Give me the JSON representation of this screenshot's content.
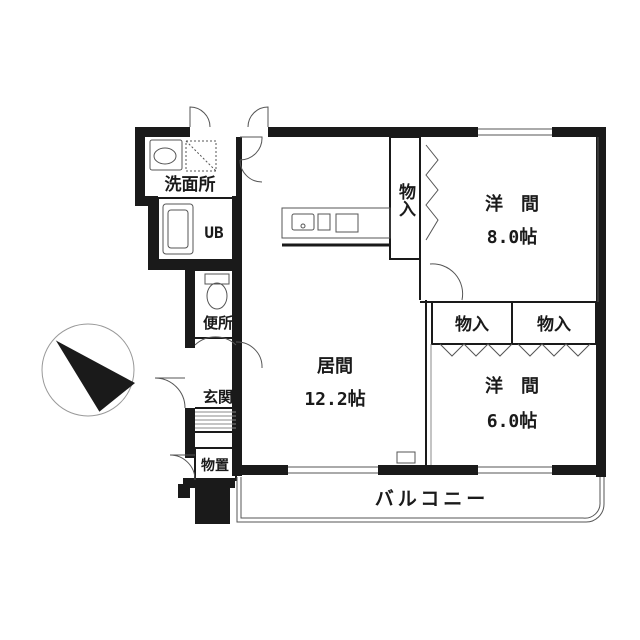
{
  "rooms": {
    "washroom": "洗面所",
    "unit_bath": "UB",
    "toilet": "便所",
    "entrance": "玄関",
    "storage": "物置",
    "closet_a": "物入",
    "closet_b": "物入",
    "closet_c": "物入",
    "western_room_1": {
      "name": "洋　間",
      "size": "8.0帖"
    },
    "western_room_2": {
      "name": "洋　間",
      "size": "6.0帖"
    },
    "living_room": {
      "name": "居間",
      "size": "12.2帖"
    },
    "balcony": "バルコニー"
  },
  "colors": {
    "wall": "#1a1a1a",
    "line": "#555555",
    "thin": "#888888"
  },
  "icons": [
    "compass-north-icon",
    "sink-icon",
    "bathtub-icon",
    "toilet-icon",
    "kitchen-counter-icon"
  ]
}
